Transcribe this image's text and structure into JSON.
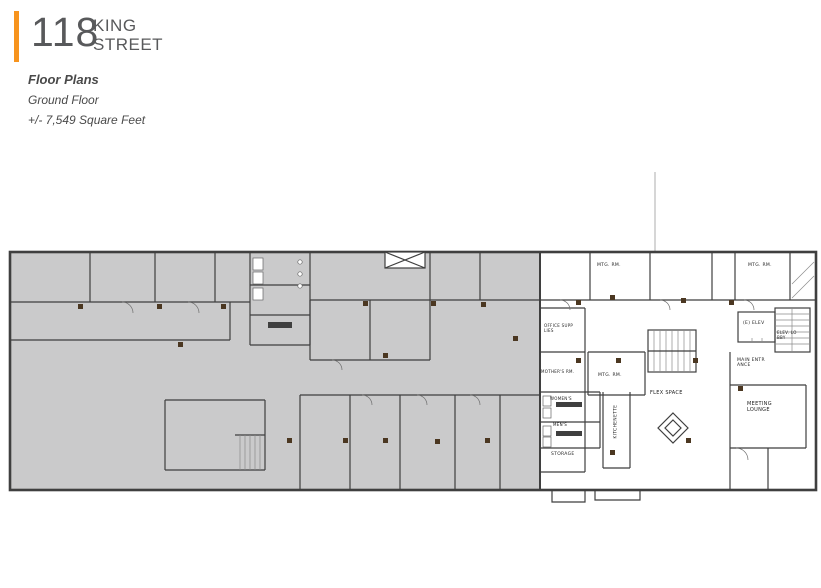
{
  "header": {
    "address_number": "118",
    "street_word_top": "KING",
    "street_word_bottom": "STREET",
    "plan_type": "Floor Plans",
    "floor_name": "Ground Floor",
    "square_feet": "+/- 7,549 Square Feet"
  },
  "colors": {
    "accent": "#F7941E",
    "shade": "#CACACB",
    "wall": "#3F3F3F",
    "marker": "#4B3721",
    "text": "#58595B"
  },
  "floorplan": {
    "labels": [
      {
        "id": "mtg-rm-top-left",
        "text": "MTG. RM."
      },
      {
        "id": "mtg-rm-top-right",
        "text": "MTG. RM."
      },
      {
        "id": "office-supplies",
        "text": "OFFICE SUPPLIES"
      },
      {
        "id": "mothers-rm",
        "text": "MOTHER'S RM."
      },
      {
        "id": "mtg-rm-mid",
        "text": "MTG. RM."
      },
      {
        "id": "existing-elevator",
        "text": "(E) ELEV"
      },
      {
        "id": "elev-lobby",
        "text": "ELEV. LOBBY"
      },
      {
        "id": "main-entrance",
        "text": "MAIN ENTRANCE"
      },
      {
        "id": "flex-space",
        "text": "FLEX SPACE"
      },
      {
        "id": "meeting-lounge",
        "text": "MEETING LOUNGE"
      },
      {
        "id": "womens",
        "text": "WOMEN'S"
      },
      {
        "id": "mens",
        "text": "MEN'S"
      },
      {
        "id": "storage",
        "text": "STORAGE"
      },
      {
        "id": "kitchenette",
        "text": "KITCHENETTE"
      }
    ]
  }
}
